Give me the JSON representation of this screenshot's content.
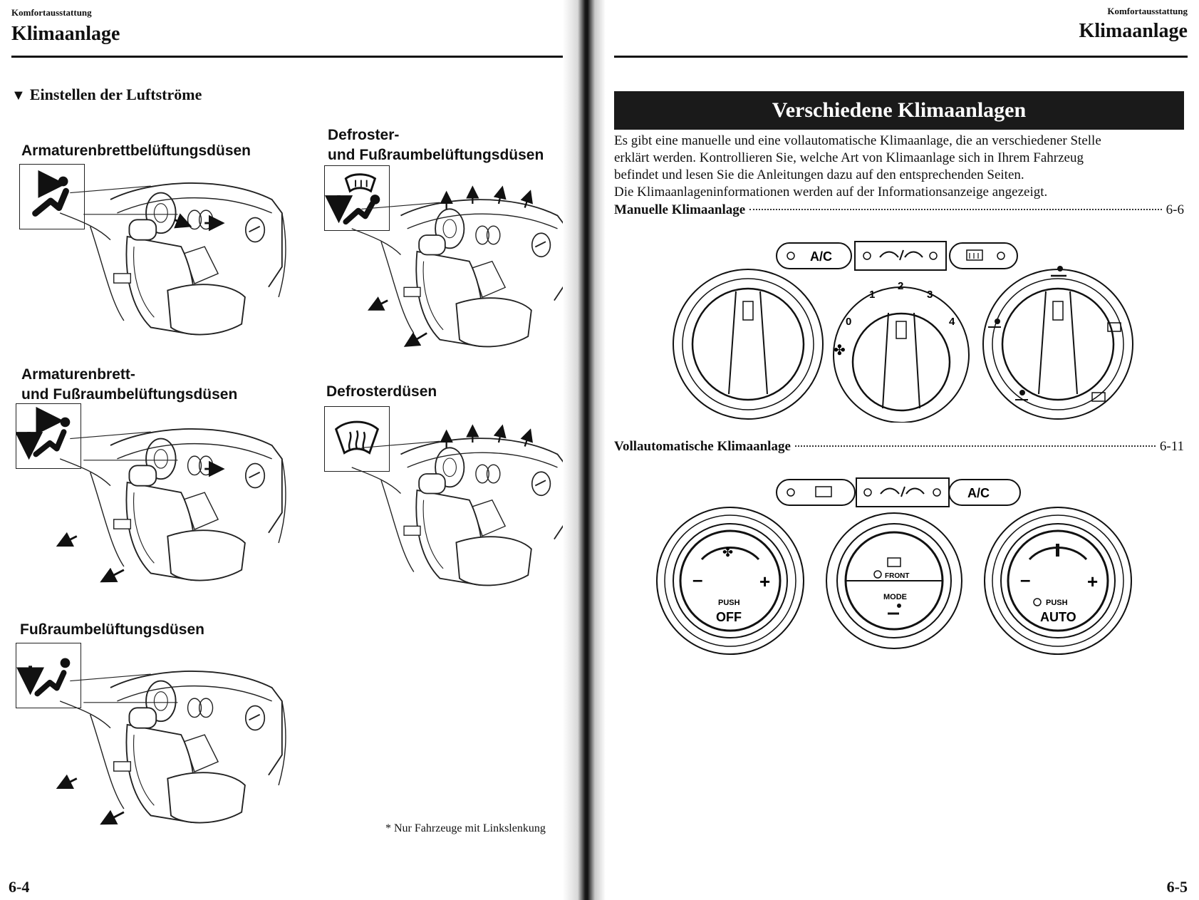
{
  "left_page": {
    "running_head": "Komfortausstattung",
    "chapter_title": "Klimaanlage",
    "section_heading": "Einstellen der Luftströme",
    "figures": [
      {
        "title_lines": [
          "Armaturenbrettbelüftungsdüsen"
        ],
        "icon": "face-vent-icon"
      },
      {
        "title_lines": [
          "Defroster-",
          "und Fußraumbelüftungsdüsen"
        ],
        "icon": "defrost-floor-vent-icon"
      },
      {
        "title_lines": [
          "Armaturenbrett-",
          "und Fußraumbelüftungsdüsen"
        ],
        "icon": "bi-level-vent-icon"
      },
      {
        "title_lines": [
          "Defrosterdüsen"
        ],
        "icon": "defroster-icon"
      },
      {
        "title_lines": [
          "Fußraumbelüftungsdüsen"
        ],
        "icon": "floor-vent-icon"
      }
    ],
    "footnote": "* Nur Fahrzeuge mit Linkslenkung",
    "page_number": "6-4"
  },
  "right_page": {
    "running_head": "Komfortausstattung",
    "chapter_title": "Klimaanlage",
    "banner": "Verschiedene Klimaanlagen",
    "intro_lines": [
      "Es gibt eine manuelle und eine vollautomatische Klimaanlage, die an verschiedener Stelle",
      "erklärt werden. Kontrollieren Sie, welche Art von Klimaanlage sich in Ihrem Fahrzeug",
      "befindet und lesen Sie die Anleitungen dazu auf den entsprechenden Seiten.",
      "Die Klimaanlageninformationen werden auf der Informationsanzeige angezeigt."
    ],
    "toc": [
      {
        "label": "Manuelle Klimaanlage",
        "page": "6-6"
      },
      {
        "label": "Vollautomatische Klimaanlage",
        "page": "6-11"
      }
    ],
    "manual_panel": {
      "ac_label": "A/C",
      "fan_scale": [
        "0",
        "1",
        "2",
        "3",
        "4"
      ]
    },
    "auto_panel": {
      "ac_label": "A/C",
      "left_knob": {
        "push": "PUSH",
        "label": "OFF"
      },
      "center_knob": {
        "front": "FRONT",
        "mode": "MODE"
      },
      "right_knob": {
        "push": "PUSH",
        "label": "AUTO"
      }
    },
    "page_number": "6-5"
  }
}
